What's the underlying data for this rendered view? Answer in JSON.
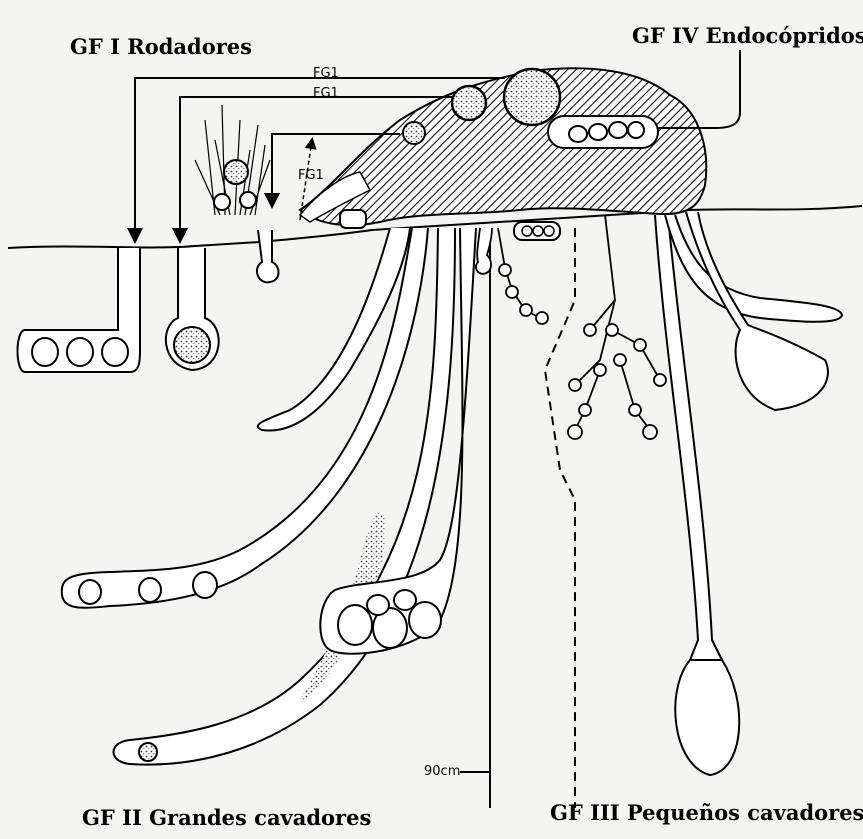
{
  "groups": {
    "gf1": "GF I Rodadores",
    "gf2": "GF II Grandes cavadores",
    "gf3": "GF III  Pequeños cavadores",
    "gf4": "GF IV  Endocópridos"
  },
  "annotations": {
    "fg1_top": "FG1",
    "fg1_mid": "FG1",
    "fg1_left": "FG1",
    "depth": "90cm"
  }
}
